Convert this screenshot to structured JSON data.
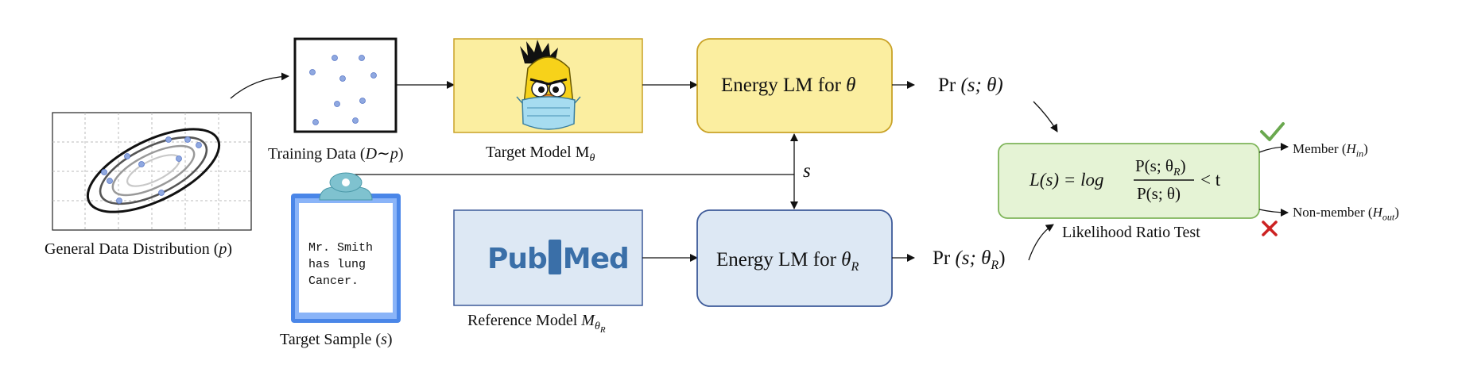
{
  "general_distribution": {
    "caption": "General Data Distribution",
    "caption_var": "p"
  },
  "training_data": {
    "caption": "Training Data",
    "caption_var": "D",
    "caption_tilde": "∼",
    "caption_var2": "p"
  },
  "target_model": {
    "caption": "Target Model M",
    "caption_sub": "θ"
  },
  "reference_model": {
    "logo_text_left": "Pub",
    "logo_text_right": "Med",
    "caption": "Reference Model ",
    "caption_var": "M",
    "caption_sub": "θ",
    "caption_subsub": "R"
  },
  "target_sample": {
    "text_lines": [
      "Mr. Smith",
      "has lung",
      "Cancer."
    ],
    "caption": "Target Sample",
    "caption_var": "s"
  },
  "energy_top": {
    "text": "Energy LM for ",
    "var": "θ"
  },
  "energy_bottom": {
    "text": "Energy LM for ",
    "var": "θ",
    "sub": "R"
  },
  "sample_var": "s",
  "prob_top": {
    "prefix": "Pr ",
    "content": "(s; θ)"
  },
  "prob_bottom": {
    "prefix": "Pr ",
    "content": "(s; θ",
    "sub": "R",
    "close": ")"
  },
  "lrt": {
    "lhs": "L(s) = log",
    "num_prefix": "P(s; θ",
    "num_sub": "R",
    "num_close": ")",
    "den": "P(s; θ)",
    "rhs": "< t",
    "caption": "Likelihood Ratio Test"
  },
  "member": {
    "label": "Member (",
    "var": "H",
    "sub": "in",
    "close": ")"
  },
  "non_member": {
    "label": "Non-member (",
    "var": "H",
    "sub": "out",
    "close": ")"
  },
  "colors": {
    "yellow_fill": "#fbeea0",
    "yellow_stroke": "#c9a227",
    "blue_fill": "#dde8f4",
    "blue_stroke": "#3d5a99",
    "green_fill": "#e5f3d5",
    "green_stroke": "#7fb55a",
    "check": "#6aa84f",
    "cross": "#cc2222",
    "pubmed": "#3a6fa8",
    "clipboard": "#4a86e8",
    "point": "#8fa8e0"
  }
}
